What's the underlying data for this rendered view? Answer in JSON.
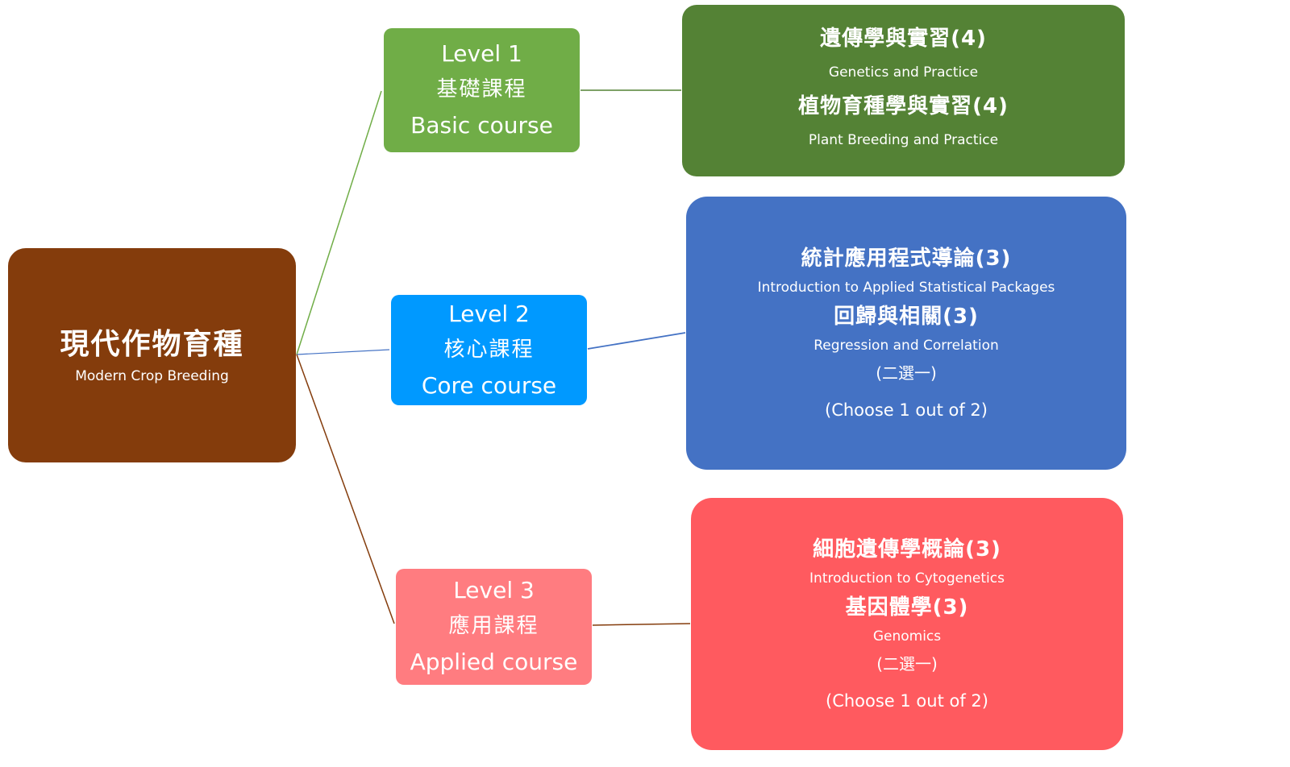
{
  "root": {
    "title_zh": "現代作物育種",
    "title_en": "Modern Crop Breeding",
    "color": "#843C0C"
  },
  "levels": [
    {
      "label": "Level 1",
      "name_zh": "基礎課程",
      "name_en": "Basic course",
      "color": "#70AD47",
      "link_color": "#70AD47",
      "card_color": "#548235",
      "courses": [
        {
          "zh": "遺傳學與實習(4)",
          "en": "Genetics and Practice"
        },
        {
          "zh": "植物育種學與實習(4)",
          "en": "Plant Breeding and Practice"
        }
      ]
    },
    {
      "label": "Level 2",
      "name_zh": "核心課程",
      "name_en": "Core course",
      "color": "#0099FF",
      "link_color": "#4472C4",
      "card_color": "#4472C4",
      "courses": [
        {
          "zh": "統計應用程式導論(3)",
          "en": "Introduction to Applied Statistical Packages"
        },
        {
          "zh": "回歸與相關(3)",
          "en": "Regression and Correlation"
        }
      ],
      "note_zh": "(二選一)",
      "note_en": "(Choose 1 out of 2)"
    },
    {
      "label": "Level 3",
      "name_zh": "應用課程",
      "name_en": "Applied course",
      "color": "#FF7C80",
      "link_color": "#843C0C",
      "card_color": "#FF5A5F",
      "courses": [
        {
          "zh": "細胞遺傳學概論(3)",
          "en": "Introduction to Cytogenetics"
        },
        {
          "zh": "基因體學(3)",
          "en": "Genomics"
        }
      ],
      "note_zh": "(二選一)",
      "note_en": "(Choose 1 out of 2)"
    }
  ]
}
